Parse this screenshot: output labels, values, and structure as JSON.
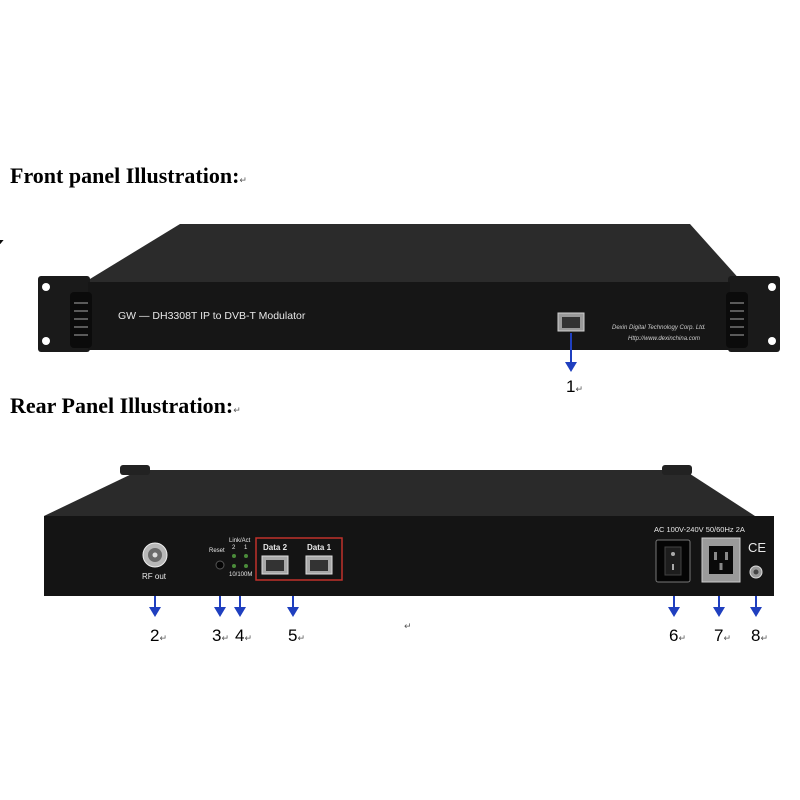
{
  "headings": {
    "front": "Front panel Illustration:",
    "rear": "Rear Panel Illustration:",
    "return_mark": "↵"
  },
  "front_panel": {
    "model_label": "GW — DH3308T IP to DVB-T Modulator",
    "company": "Dexin Digital Technology  Corp. Ltd.",
    "website": "Http://www.dexinchina.com",
    "callouts": [
      "1"
    ]
  },
  "rear_panel": {
    "rf_label": "RF out",
    "reset_label": "Reset",
    "link_act_label": "Link/Act",
    "speed_label": "10/100M",
    "port_nums": [
      "2",
      "1"
    ],
    "data2_label": "Data 2",
    "data1_label": "Data 1",
    "power_label": "AC 100V-240V  50/60Hz  2A",
    "ce_mark": "CE",
    "callouts": [
      "2",
      "3",
      "4",
      "5",
      "6",
      "7",
      "8"
    ]
  },
  "colors": {
    "panel": "#141414",
    "panel_top": "#2c2c2c",
    "arrow": "#1f3fbf",
    "highlight_box": "#c0312b"
  }
}
